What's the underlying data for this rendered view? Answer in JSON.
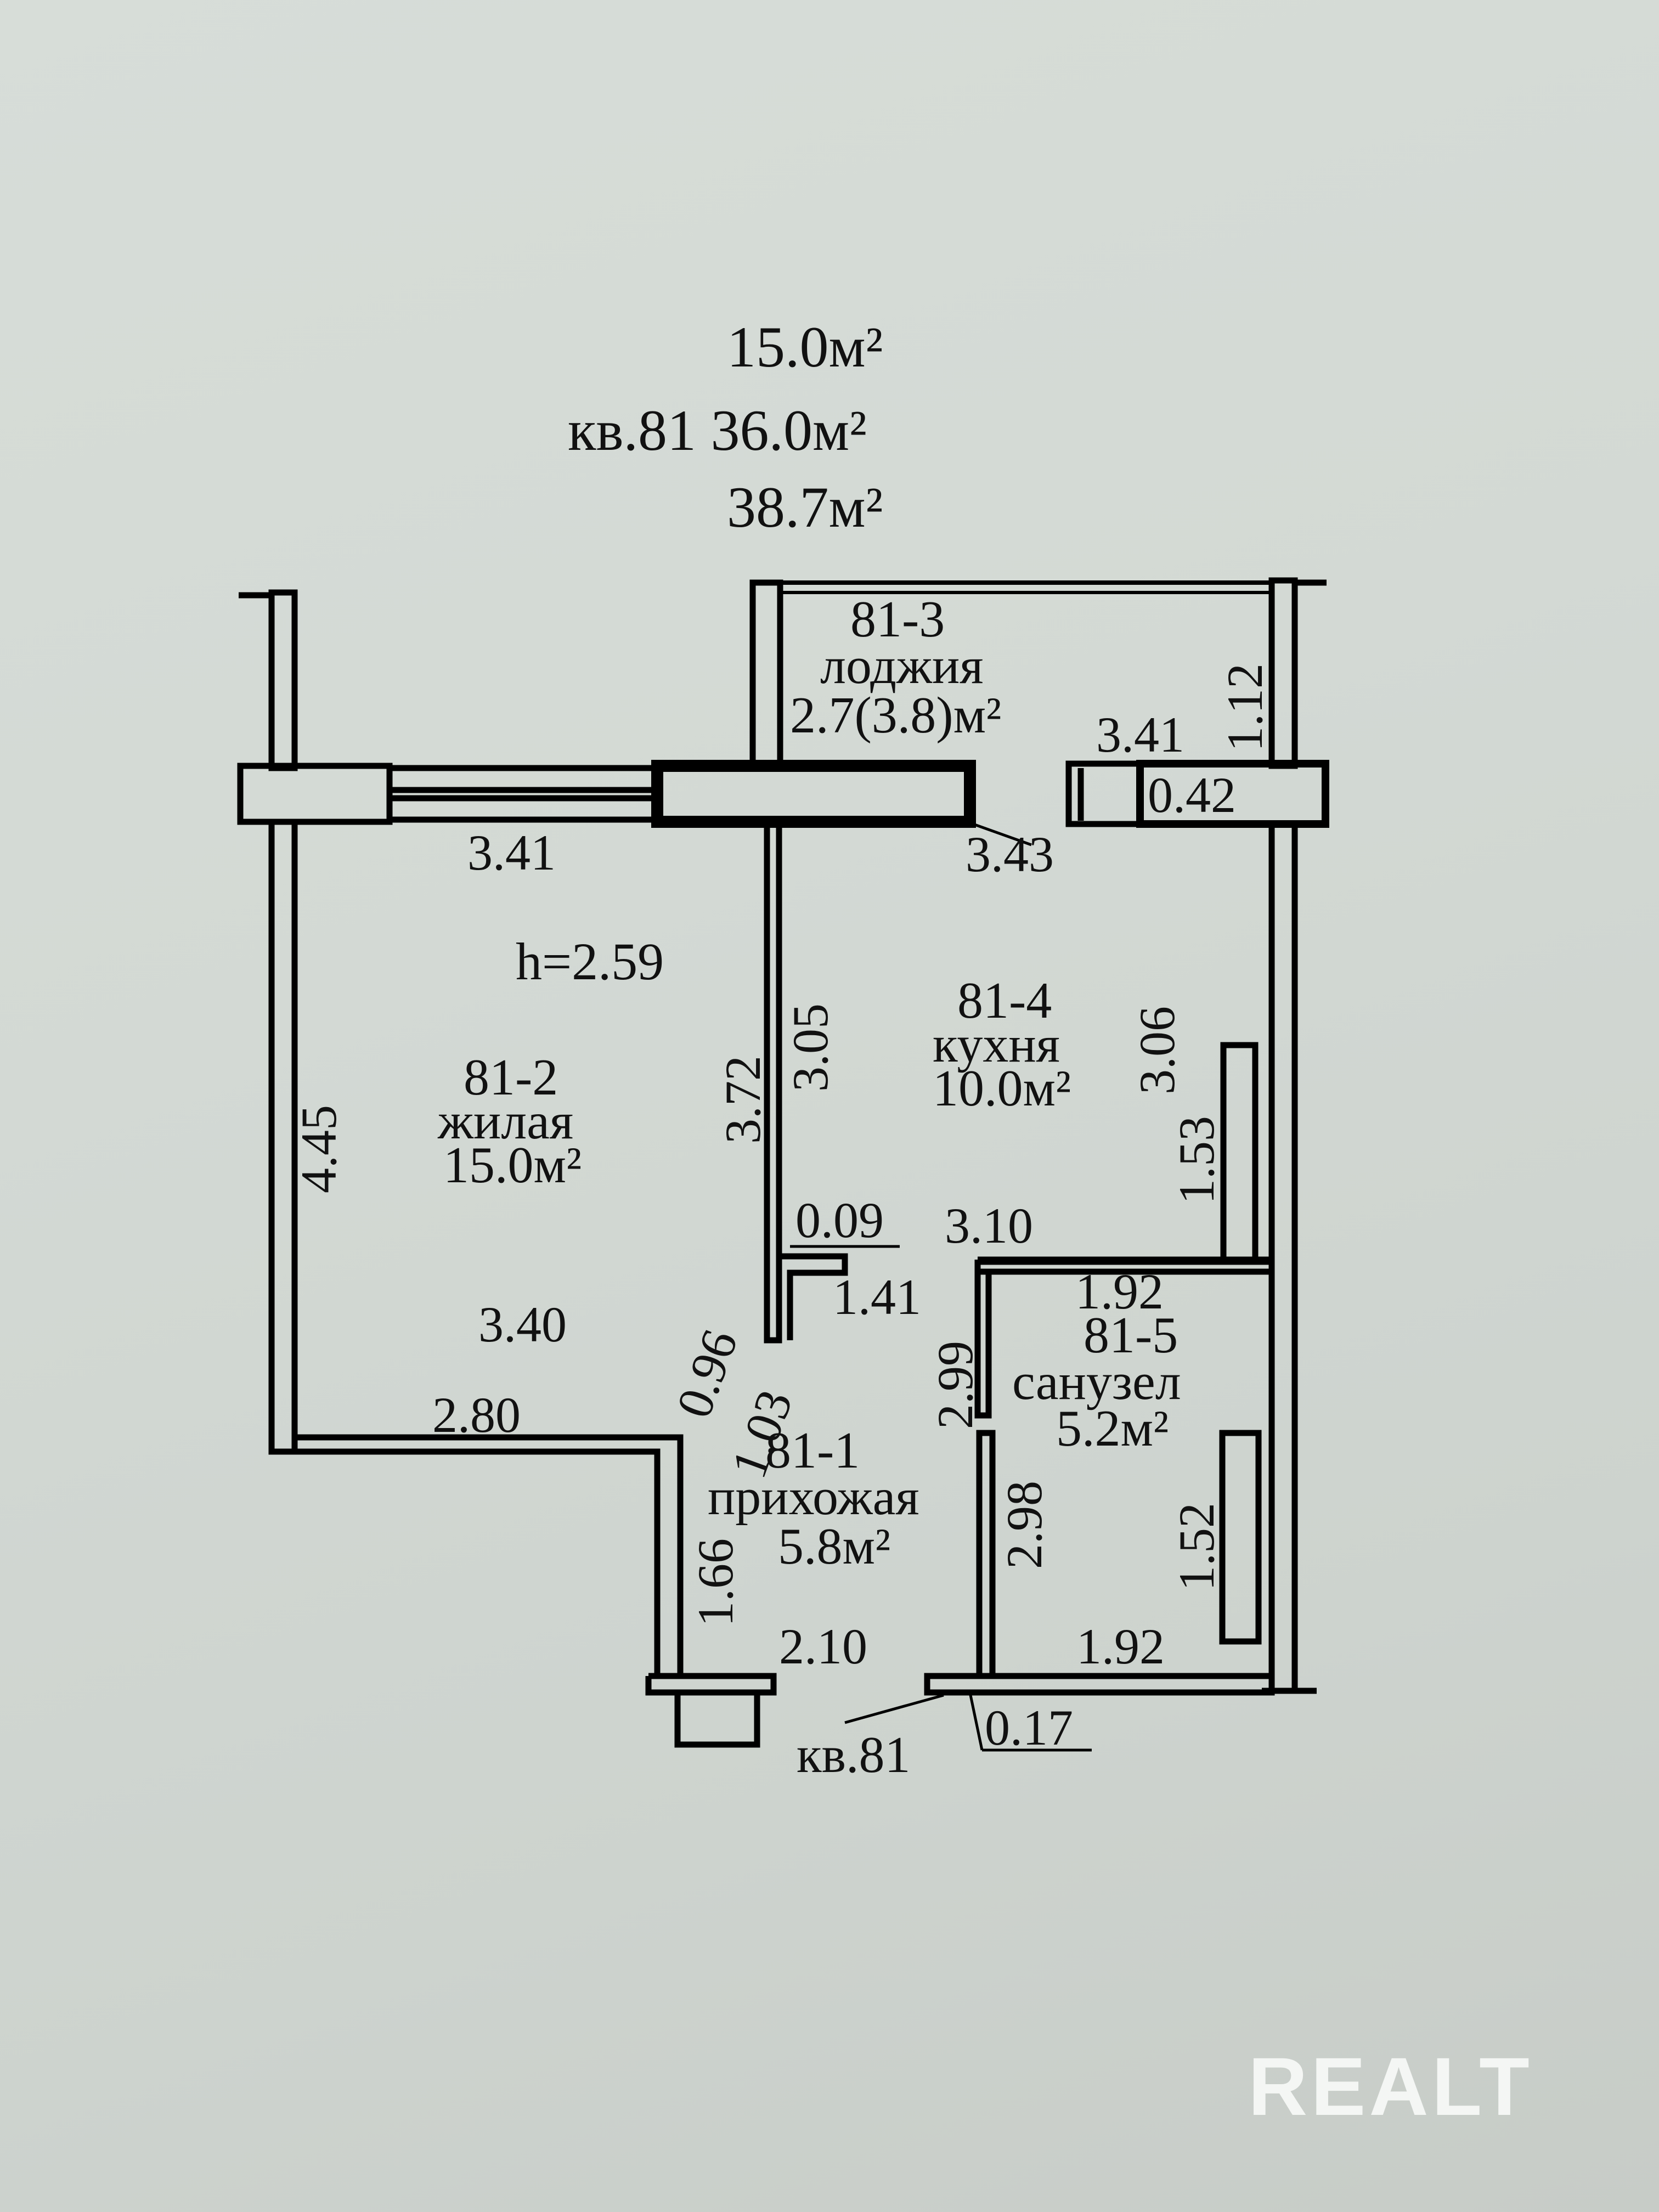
{
  "header": {
    "line1": "15.0м²",
    "line2": "кв.81 36.0м²",
    "line3": "38.7м²"
  },
  "rooms": {
    "loggia": {
      "id": "81-3",
      "name": "лоджия",
      "area": "2.7(3.8)м²"
    },
    "kitchen": {
      "id": "81-4",
      "name": "кухня",
      "area": "10.0м²"
    },
    "living": {
      "id": "81-2",
      "name": "жилая",
      "area": "15.0м²"
    },
    "hallway": {
      "id": "81-1",
      "name": "прихожая",
      "area": "5.8м²"
    },
    "bathroom": {
      "id": "81-5",
      "name": "санузел",
      "area": "5.2м²"
    }
  },
  "height_label": "h=2.59",
  "dimensions": {
    "d_341_top": "3.41",
    "d_112": "1.12",
    "d_042": "0.42",
    "d_341_left": "3.41",
    "d_343": "3.43",
    "d_445": "4.45",
    "d_372": "3.72",
    "d_305": "3.05",
    "d_306": "3.06",
    "d_153": "1.53",
    "d_009": "0.09",
    "d_310": "3.10",
    "d_141": "1.41",
    "d_192_top": "1.92",
    "d_340": "3.40",
    "d_096": "0.96",
    "d_103": "1.03",
    "d_299": "2.99",
    "d_280": "2.80",
    "d_298": "2.98",
    "d_152": "1.52",
    "d_166": "1.66",
    "d_210": "2.10",
    "d_192_bottom": "1.92",
    "d_017": "0.17"
  },
  "entrance_label": "кв.81",
  "watermark": "REALT"
}
